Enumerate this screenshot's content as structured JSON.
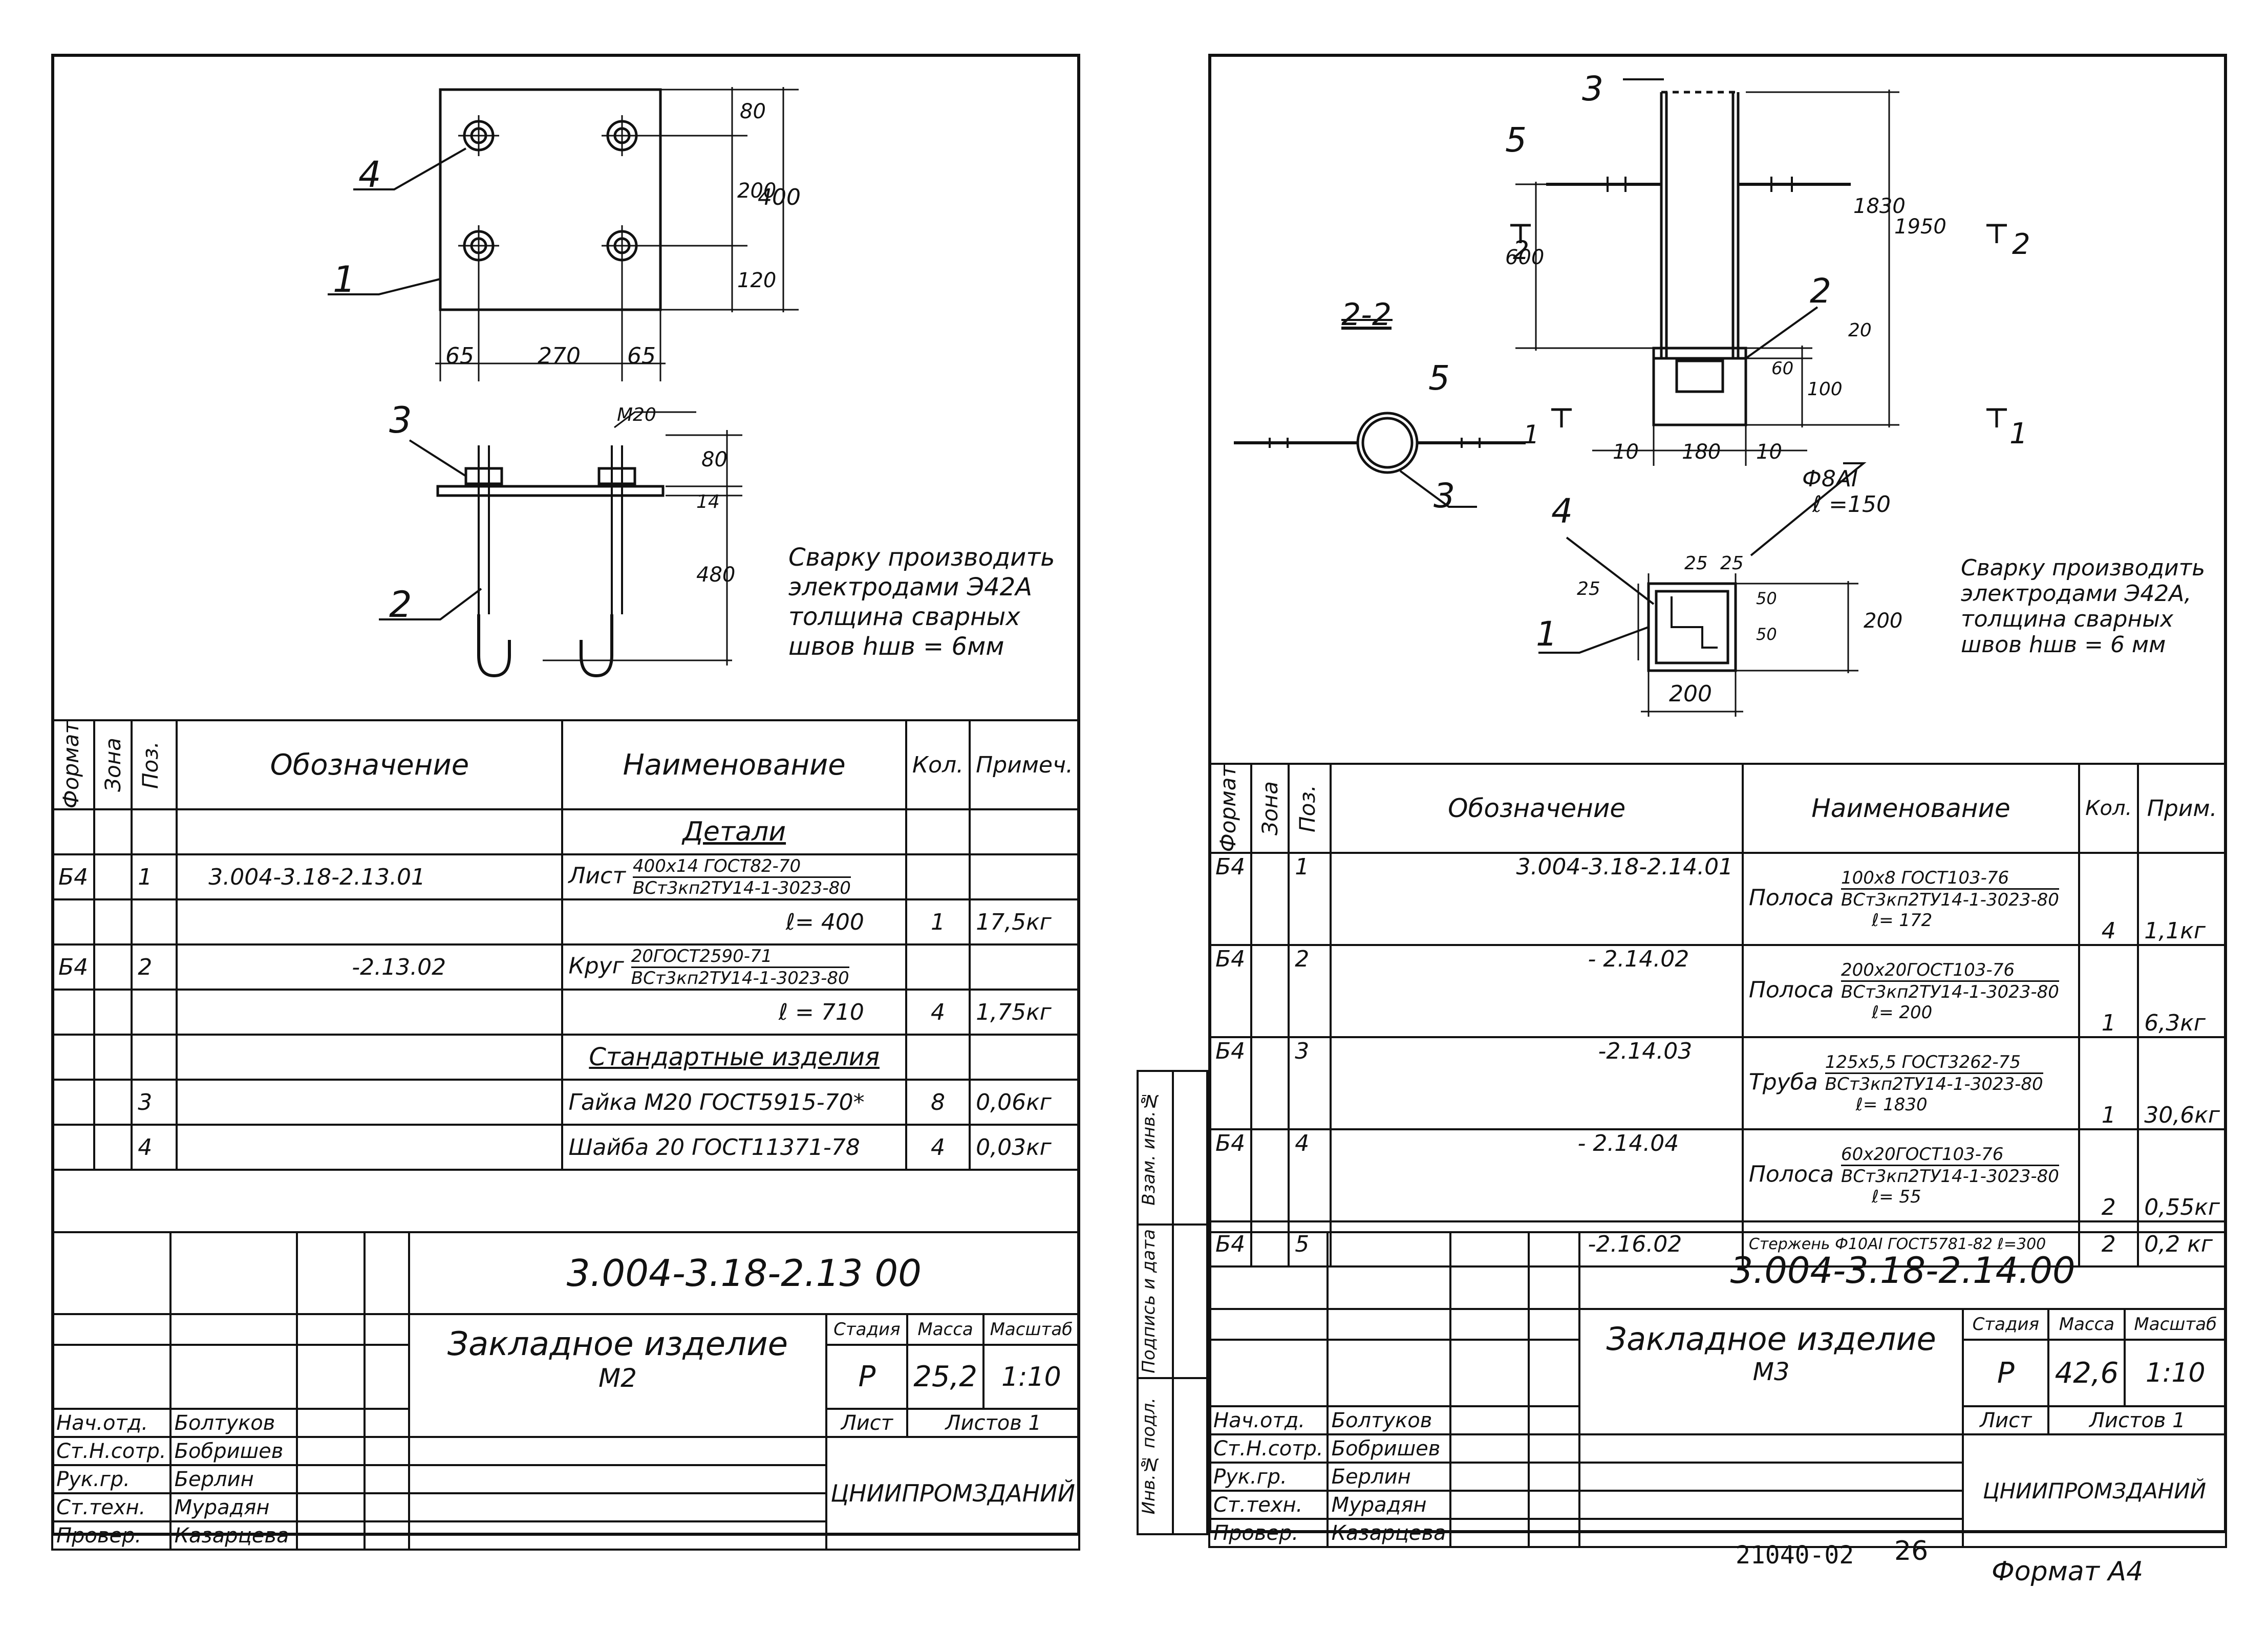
{
  "left": {
    "plan_callouts": [
      "4",
      "1"
    ],
    "plan_dims_right": [
      "80",
      "200",
      "120",
      "400"
    ],
    "plan_dims_bottom": [
      "65",
      "270",
      "65"
    ],
    "section_callouts": [
      "3",
      "2"
    ],
    "section_dims": [
      "M20",
      "80",
      "14",
      "480"
    ],
    "note": [
      "Сварку производить",
      "электродами Э42А",
      "толщина сварных",
      "швов hшв = 6мм"
    ],
    "spec_headers": {
      "format": "Формат",
      "zone": "Зона",
      "pos": "Поз.",
      "designation": "Обозначение",
      "name": "Наименование",
      "qty": "Кол.",
      "note": "Примеч."
    },
    "rows": [
      {
        "fmt": "",
        "pos": "",
        "des": "",
        "name": "Детали",
        "qty": "",
        "note": "",
        "section": true
      },
      {
        "fmt": "Б4",
        "pos": "1",
        "des": "3.004-3.18-2.13.01",
        "name_prefix": "Лист",
        "frac_num": "400х14 ГОСТ82-70",
        "frac_den": "ВСт3кп2ТУ14-1-3023-80",
        "qty": "",
        "note": ""
      },
      {
        "fmt": "",
        "pos": "",
        "des": "",
        "name": "ℓ= 400",
        "qty": "1",
        "note": "17,5кг",
        "right": true
      },
      {
        "fmt": "Б4",
        "pos": "2",
        "des": "-2.13.02",
        "name_prefix": "Круг",
        "frac_num": "20ГОСТ2590-71",
        "frac_den": "ВСт3кп2ТУ14-1-3023-80",
        "qty": "",
        "note": ""
      },
      {
        "fmt": "",
        "pos": "",
        "des": "",
        "name": "ℓ = 710",
        "qty": "4",
        "note": "1,75кг",
        "right": true
      },
      {
        "fmt": "",
        "pos": "",
        "des": "",
        "name": "Стандартные изделия",
        "qty": "",
        "note": "",
        "section": true
      },
      {
        "fmt": "",
        "pos": "3",
        "des": "",
        "name": "Гайка М20 ГОСТ5915-70*",
        "qty": "8",
        "note": "0,06кг"
      },
      {
        "fmt": "",
        "pos": "4",
        "des": "",
        "name": "Шайба 20 ГОСТ11371-78",
        "qty": "4",
        "note": "0,03кг"
      }
    ],
    "doc_code": "3.004-3.18-2.13 00",
    "title": "Закладное изделие",
    "mark": "М2",
    "stage_label": "Стадия",
    "mass_label": "Масса",
    "scale_label": "Масштаб",
    "stage": "Р",
    "mass": "25,2",
    "scale": "1:10",
    "sheet_label": "Лист",
    "sheets_label": "Листов 1",
    "org": "ЦНИИПРОМЗДАНИЙ",
    "signatures": [
      {
        "role": "Нач.отд.",
        "name": "Болтуков"
      },
      {
        "role": "Ст.Н.сотр.",
        "name": "Бобришев"
      },
      {
        "role": "Рук.гр.",
        "name": "Берлин"
      },
      {
        "role": "Ст.техн.",
        "name": "Мурадян"
      },
      {
        "role": "Провер.",
        "name": "Казарцева"
      }
    ]
  },
  "right": {
    "callouts": [
      "3",
      "5",
      "2",
      "5",
      "3",
      "4",
      "1"
    ],
    "section_label": "2-2",
    "dims_v": [
      "600",
      "1830",
      "1950",
      "20",
      "60",
      "100",
      "200"
    ],
    "dims_h": [
      "10",
      "180",
      "10",
      "25",
      "25",
      "25",
      "50",
      "50",
      "200"
    ],
    "cut_marks": [
      "2",
      "2",
      "1",
      "1"
    ],
    "rod": "Ф8АI",
    "rod_len": "ℓ =150",
    "note": [
      "Сварку производить",
      "электродами Э42А,",
      "толщина сварных",
      "швов hшв = 6 мм"
    ],
    "spec_headers": {
      "format": "Формат",
      "zone": "Зона",
      "pos": "Поз.",
      "designation": "Обозначение",
      "name": "Наименование",
      "qty": "Кол.",
      "note": "Прим."
    },
    "rows": [
      {
        "fmt": "Б4",
        "pos": "1",
        "des": "3.004-3.18-2.14.01",
        "name_prefix": "Полоса",
        "frac_num": "100х8 ГОСТ103-76",
        "frac_den": "ВСт3кп2ТУ14-1-3023-80",
        "frac_len": "ℓ= 172",
        "qty": "4",
        "note": "1,1кг"
      },
      {
        "fmt": "Б4",
        "pos": "2",
        "des": "- 2.14.02",
        "name_prefix": "Полоса",
        "frac_num": "200х20ГОСТ103-76",
        "frac_den": "ВСт3кп2ТУ14-1-3023-80",
        "frac_len": "ℓ= 200",
        "qty": "1",
        "note": "6,3кг"
      },
      {
        "fmt": "Б4",
        "pos": "3",
        "des": "-2.14.03",
        "name_prefix": "Труба",
        "frac_num": "125х5,5 ГОСТ3262-75",
        "frac_den": "ВСт3кп2ТУ14-1-3023-80",
        "frac_len": "ℓ= 1830",
        "qty": "1",
        "note": "30,6кг"
      },
      {
        "fmt": "Б4",
        "pos": "4",
        "des": "- 2.14.04",
        "name_prefix": "Полоса",
        "frac_num": "60х20ГОСТ103-76",
        "frac_den": "ВСт3кп2ТУ14-1-3023-80",
        "frac_len": "ℓ= 55",
        "qty": "2",
        "note": "0,55кг"
      },
      {
        "fmt": "Б4",
        "pos": "5",
        "des": "-2.16.02",
        "name": "Стержень Ф10АI ГОСТ5781-82 ℓ=300",
        "qty": "2",
        "note": "0,2 кг"
      }
    ],
    "doc_code": "3.004-3.18-2.14.00",
    "title": "Закладное изделие",
    "mark": "М3",
    "stage_label": "Стадия",
    "mass_label": "Масса",
    "scale_label": "Масштаб",
    "stage": "Р",
    "mass": "42,6",
    "scale": "1:10",
    "sheet_label": "Лист",
    "sheets_label": "Листов 1",
    "org": "ЦНИИПРОМЗДАНИЙ",
    "side_labels": [
      "Взам. инв.№",
      "Подпись и дата",
      "Инв.№ подл."
    ],
    "signatures": [
      {
        "role": "Нач.отд.",
        "name": "Болтуков"
      },
      {
        "role": "Ст.Н.сотр.",
        "name": "Бобришев"
      },
      {
        "role": "Рук.гр.",
        "name": "Берлин"
      },
      {
        "role": "Ст.техн.",
        "name": "Мурадян"
      },
      {
        "role": "Провер.",
        "name": "Казарцева"
      }
    ]
  },
  "footer": {
    "code": "21040-02",
    "page": "26",
    "format": "Формат А4"
  }
}
